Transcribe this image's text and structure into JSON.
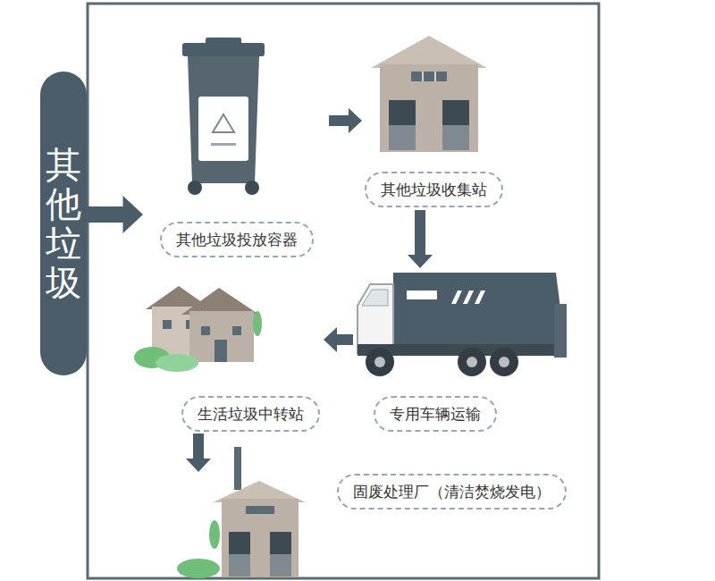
{
  "diagram": {
    "nodes": [
      {
        "text": [
          "其他垃圾"
        ]
      },
      {
        "text": [
          "其他垃圾投放容器"
        ]
      },
      {
        "text": [
          "其他垃圾收集站"
        ]
      },
      {
        "text": [
          "专用车辆运输"
        ]
      },
      {
        "text": [
          "生活垃圾中转站"
        ]
      },
      {
        "text": [
          "固废处理厂（清洁焚烧发电）"
        ]
      }
    ],
    "edges": [
      {
        "from": 0,
        "to": 1,
        "arrow": "to"
      },
      {
        "from": 1,
        "to": 2,
        "arrow": "to"
      },
      {
        "from": 2,
        "to": 3,
        "arrow": "to"
      },
      {
        "from": 3,
        "to": 4,
        "arrow": "to"
      },
      {
        "from": 4,
        "to": 5,
        "arrow": "to"
      }
    ]
  }
}
